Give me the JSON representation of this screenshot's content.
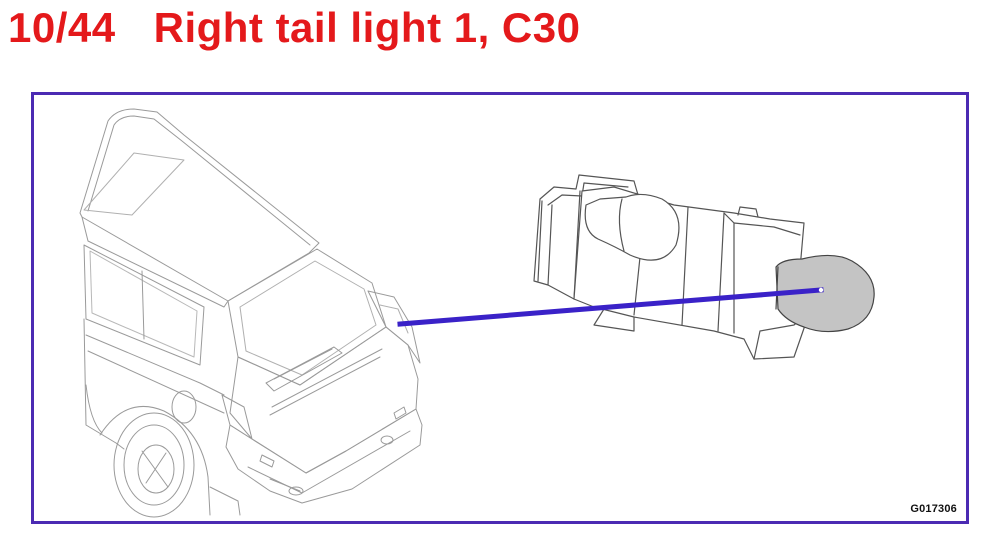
{
  "header": {
    "page_indicator": "10/44",
    "title": "Right tail light 1, C30"
  },
  "diagram": {
    "figure_code": "G017306",
    "frame_color": "#4b2ab3",
    "title_color": "#e4191b",
    "pointer_color": "#3a22c8",
    "bulb_fill_color": "#c4c4c4"
  }
}
